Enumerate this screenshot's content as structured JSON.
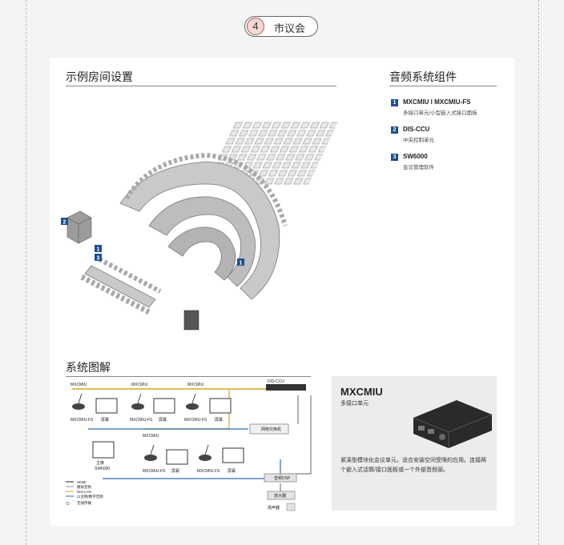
{
  "header": {
    "badge_number": "4",
    "label": "市议会"
  },
  "room_section": {
    "title": "示例房间设置"
  },
  "components_section": {
    "title": "音频系统组件",
    "items": [
      {
        "number": "1",
        "name": "MXCMIU l MXCMIU-FS",
        "desc": "多接口单元/小型嵌入式接口面板"
      },
      {
        "number": "2",
        "name": "DIS-CCU",
        "desc": "中央控制单元"
      },
      {
        "number": "3",
        "name": "SW6000",
        "desc": "会议管理软件"
      }
    ]
  },
  "room_markers": {
    "m1a": "1",
    "m1b": "1",
    "m2": "2",
    "m3": "3"
  },
  "diagram_section": {
    "title": "系统图解",
    "labels": {
      "mxcmiu": "MXCMIU",
      "mxcmiu_fs": "MXCMIU-FS",
      "screen": "屏幕",
      "dis_ccu": "DIS-CCU",
      "network_switch": "网络交换机",
      "chair": "主席",
      "sw6000": "SW6000",
      "audio_dsp": "音频DSP",
      "amplifier": "放大器",
      "speaker": "扬声器"
    },
    "legend": [
      "HDMI",
      "模拟音频",
      "DIS-LAN",
      "以太网/数字音频",
      "无线传输"
    ]
  },
  "product_panel": {
    "title": "MXCMIU",
    "subtitle": "多接口单元",
    "description": "紧凑型模块化会议单元，适合安装空间受限的应用。连接两个嵌入式话筒/接口面板或一个外部音频源。"
  },
  "colors": {
    "badge_blue": "#1d4f91",
    "dis_lan_yellow": "#d9a520",
    "ethernet_blue": "#2f6fb5"
  }
}
